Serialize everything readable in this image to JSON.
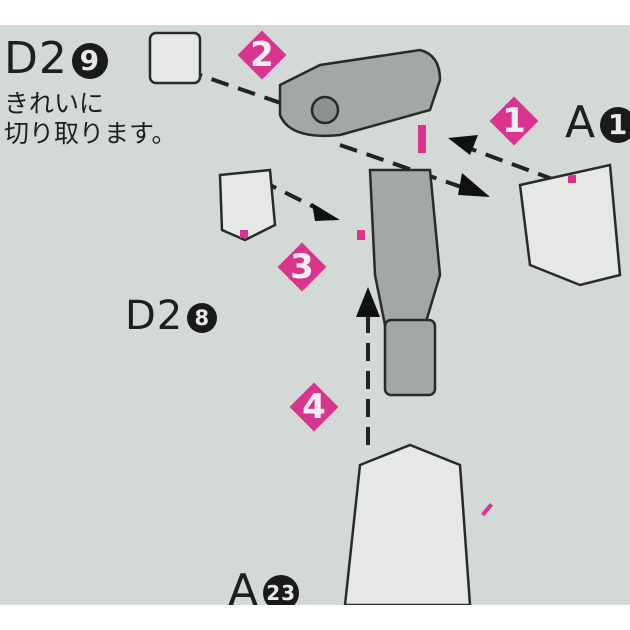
{
  "labels": {
    "d2_9_part": "D2",
    "d2_9_num": "9",
    "note_line1": "きれいに",
    "note_line2": "切り取ります。",
    "a_top_part": "A",
    "a_top_num": "1",
    "d2_8_part": "D2",
    "d2_8_num": "8",
    "a_bottom_part": "A",
    "a_bottom_num": "23"
  },
  "steps": [
    "1",
    "2",
    "3",
    "4"
  ],
  "colors": {
    "accent_magenta": "#d9358f",
    "paper": "#d3d9d6",
    "part_gray": "#9ea2a3",
    "ink": "#1d1f20"
  }
}
